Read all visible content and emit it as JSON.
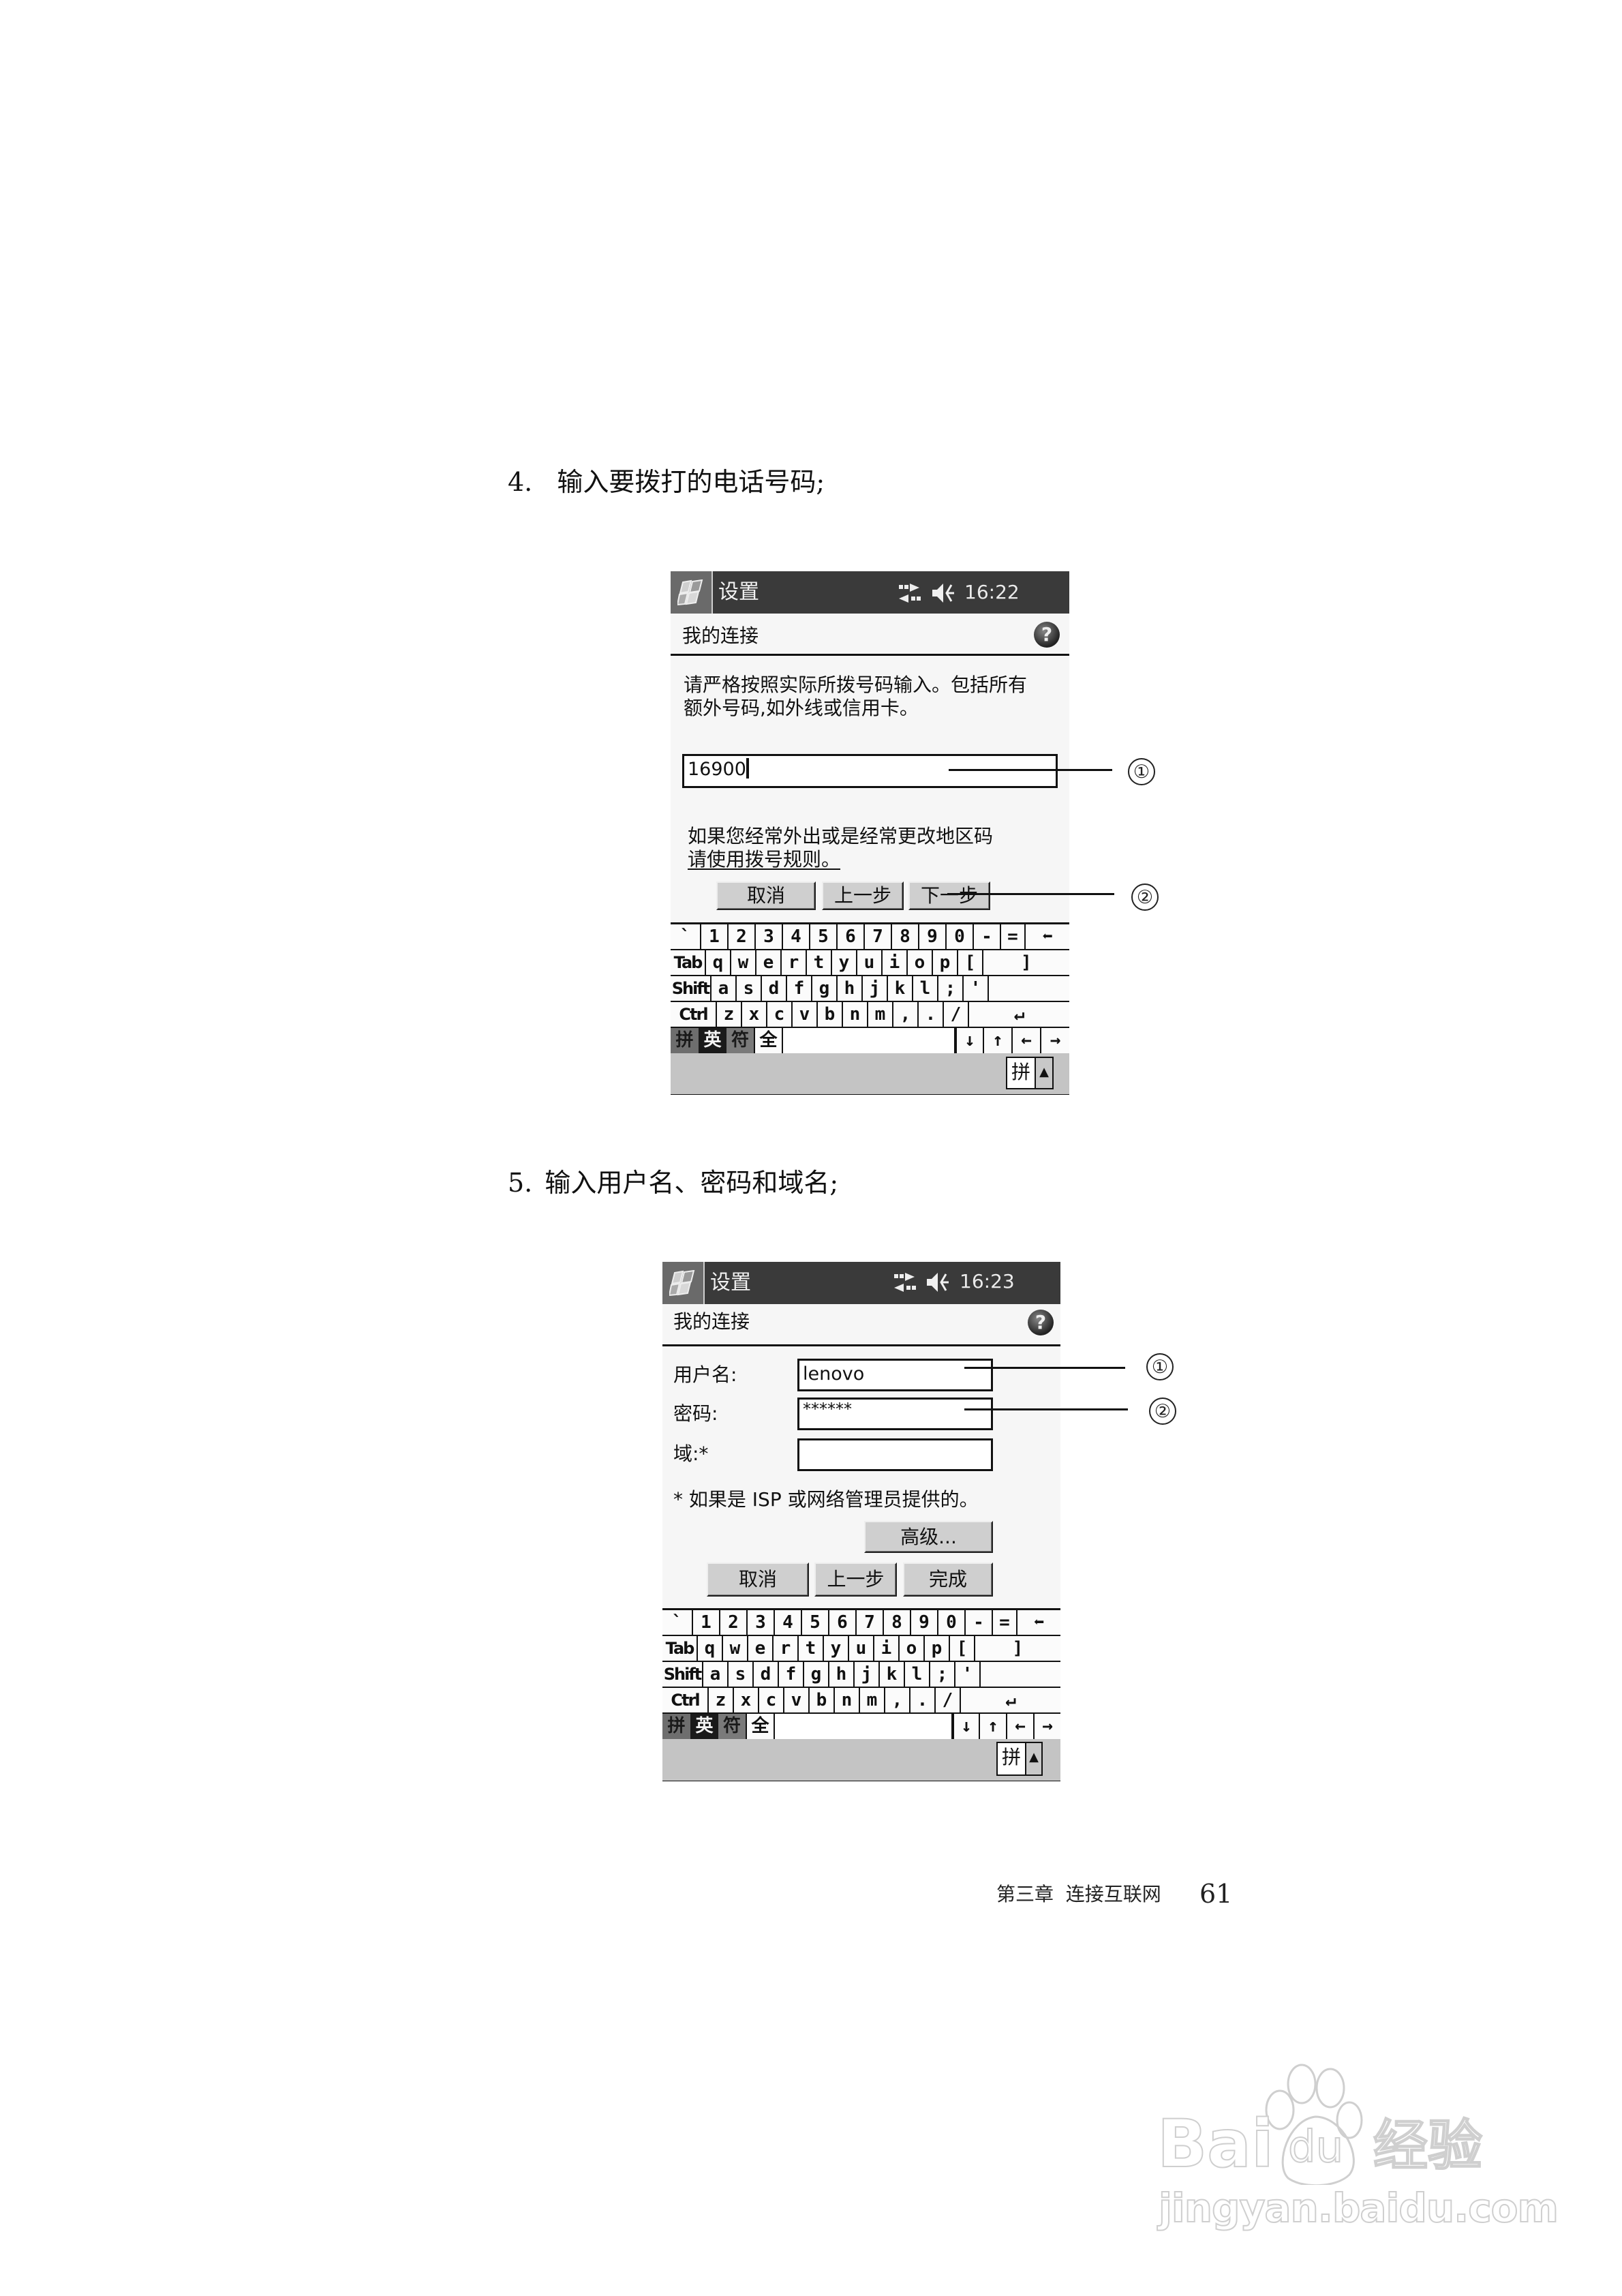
{
  "page": {
    "steps": [
      {
        "number": "4.",
        "text": "输入要拨打的电话号码;"
      },
      {
        "number": "5.",
        "text": "输入用户名、密码和域名;"
      }
    ],
    "footer": {
      "chapter": "第三章  连接互联网",
      "page_number": "61"
    },
    "watermark": {
      "brand": "Bai",
      "brand_paw": "du",
      "brand_suffix": "经验",
      "url": "jingyan.baidu.com"
    }
  },
  "screen1": {
    "titlebar": {
      "app_title": "设置",
      "time": "16:22",
      "connectivity_icon": "sync-arrows-icon",
      "volume_icon": "speaker-icon"
    },
    "subtitle": "我的连接",
    "help_glyph": "?",
    "instructions": [
      "请严格按照实际所拨号码输入。包括所有",
      "额外号码,如外线或信用卡。"
    ],
    "phone_input": {
      "value": "16900"
    },
    "hint_line": "如果您经常外出或是经常更改地区码",
    "hint_link": "请使用拨号规则。",
    "buttons": {
      "cancel": "取消",
      "back": "上一步",
      "next": "下一步"
    },
    "callouts": [
      "①",
      "②"
    ]
  },
  "screen2": {
    "titlebar": {
      "app_title": "设置",
      "time": "16:23",
      "connectivity_icon": "sync-arrows-icon",
      "volume_icon": "speaker-icon"
    },
    "subtitle": "我的连接",
    "help_glyph": "?",
    "fields": {
      "username": {
        "label": "用户名:",
        "value": "lenovo"
      },
      "password": {
        "label": "密码:",
        "value": "******"
      },
      "domain": {
        "label": "域:*",
        "value": ""
      }
    },
    "note": "* 如果是 ISP 或网络管理员提供的。",
    "buttons": {
      "advanced": "高级...",
      "cancel": "取消",
      "back": "上一步",
      "finish": "完成"
    },
    "callouts": [
      "①",
      "②"
    ]
  },
  "keyboard": {
    "row1": [
      "`",
      "1",
      "2",
      "3",
      "4",
      "5",
      "6",
      "7",
      "8",
      "9",
      "0",
      "-",
      "=",
      "◆"
    ],
    "row2": [
      "Tab",
      "q",
      "w",
      "e",
      "r",
      "t",
      "y",
      "u",
      "i",
      "o",
      "p",
      "[",
      "]"
    ],
    "row3": [
      "Shift",
      "a",
      "s",
      "d",
      "f",
      "g",
      "h",
      "j",
      "k",
      "l",
      ";",
      "'"
    ],
    "row4": [
      "Ctrl",
      "z",
      "x",
      "c",
      "v",
      "b",
      "n",
      "m",
      ",",
      ".",
      "/",
      "↵"
    ],
    "row5_modes": [
      "拼",
      "英",
      "符",
      "全"
    ],
    "row5_arrows": [
      "↓",
      "↑",
      "←",
      "→"
    ],
    "backspace_glyph": "⬅",
    "sip_ime": "拼",
    "sip_arrow": "▲"
  }
}
